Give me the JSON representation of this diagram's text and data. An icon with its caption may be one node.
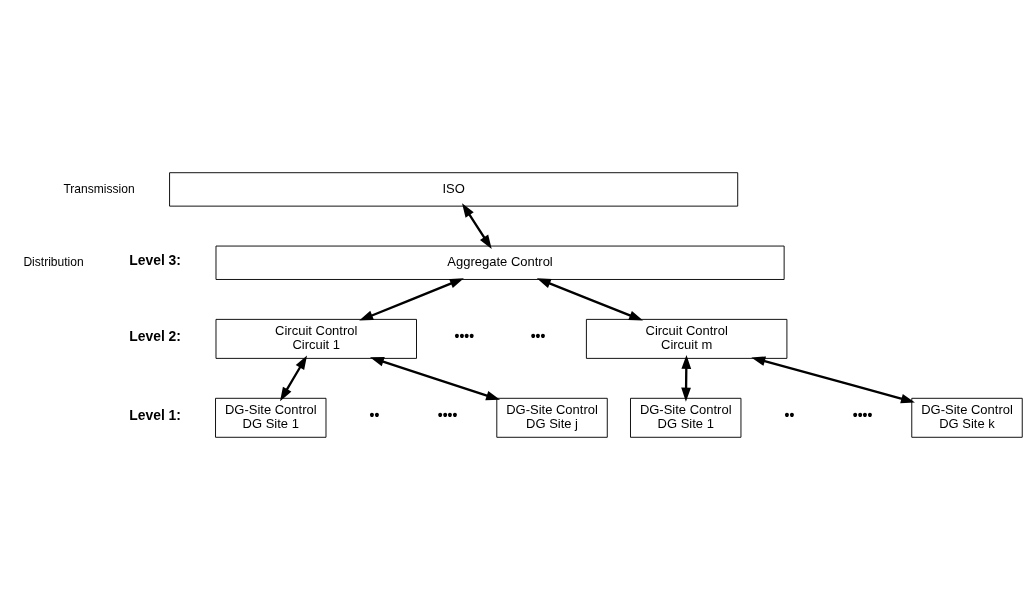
{
  "diagram": {
    "nodes": [
      {
        "text": [
          "ISO"
        ]
      },
      {
        "text": [
          "Aggregate Control"
        ]
      },
      {
        "text": [
          "Circuit Control",
          "Circuit 1"
        ]
      },
      {
        "text": [
          "Circuit Control",
          "Circuit m"
        ]
      },
      {
        "text": [
          "DG-Site Control",
          "DG Site 1"
        ]
      },
      {
        "text": [
          "DG-Site Control",
          "DG Site j"
        ]
      },
      {
        "text": [
          "DG-Site Control",
          "DG Site 1"
        ]
      },
      {
        "text": [
          "DG-Site Control",
          "DG Site k"
        ]
      }
    ],
    "edges": [
      {
        "from": 0,
        "to": 1,
        "arrow": "both"
      },
      {
        "from": 1,
        "to": 2,
        "arrow": "both"
      },
      {
        "from": 1,
        "to": 3,
        "arrow": "both"
      },
      {
        "from": 2,
        "to": 4,
        "arrow": "both"
      },
      {
        "from": 2,
        "to": 5,
        "arrow": "both"
      },
      {
        "from": 3,
        "to": 6,
        "arrow": "both"
      },
      {
        "from": 3,
        "to": 7,
        "arrow": "both"
      }
    ],
    "labels": [
      "Transmission",
      "Distribution",
      "Level 3:",
      "••••",
      "Level 2:",
      "•••",
      "••••",
      "••••",
      "Level 1:",
      "••",
      "••"
    ]
  }
}
